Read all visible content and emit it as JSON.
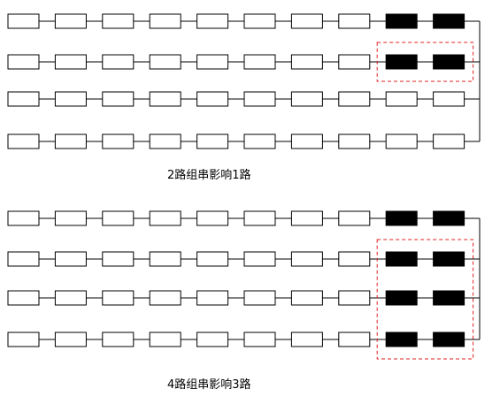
{
  "diagrams": [
    {
      "caption": "2路组串影响1路",
      "rows": [
        {
          "modules": 10,
          "shaded": [
            8,
            9
          ]
        },
        {
          "modules": 10,
          "shaded": [
            8,
            9
          ]
        },
        {
          "modules": 10,
          "shaded": []
        },
        {
          "modules": 10,
          "shaded": []
        }
      ],
      "highlight": {
        "rows": [
          1
        ],
        "modules": [
          8,
          9
        ]
      }
    },
    {
      "caption": "4路组串影响3路",
      "rows": [
        {
          "modules": 10,
          "shaded": [
            8,
            9
          ]
        },
        {
          "modules": 10,
          "shaded": [
            8,
            9
          ]
        },
        {
          "modules": 10,
          "shaded": [
            8,
            9
          ]
        },
        {
          "modules": 10,
          "shaded": [
            8,
            9
          ]
        }
      ],
      "highlight": {
        "rows": [
          1,
          2,
          3
        ],
        "modules": [
          8,
          9
        ]
      }
    }
  ],
  "colors": {
    "module_fill": "#ffffff",
    "shaded_fill": "#000000",
    "line": "#000000",
    "highlight": "#e02020"
  }
}
